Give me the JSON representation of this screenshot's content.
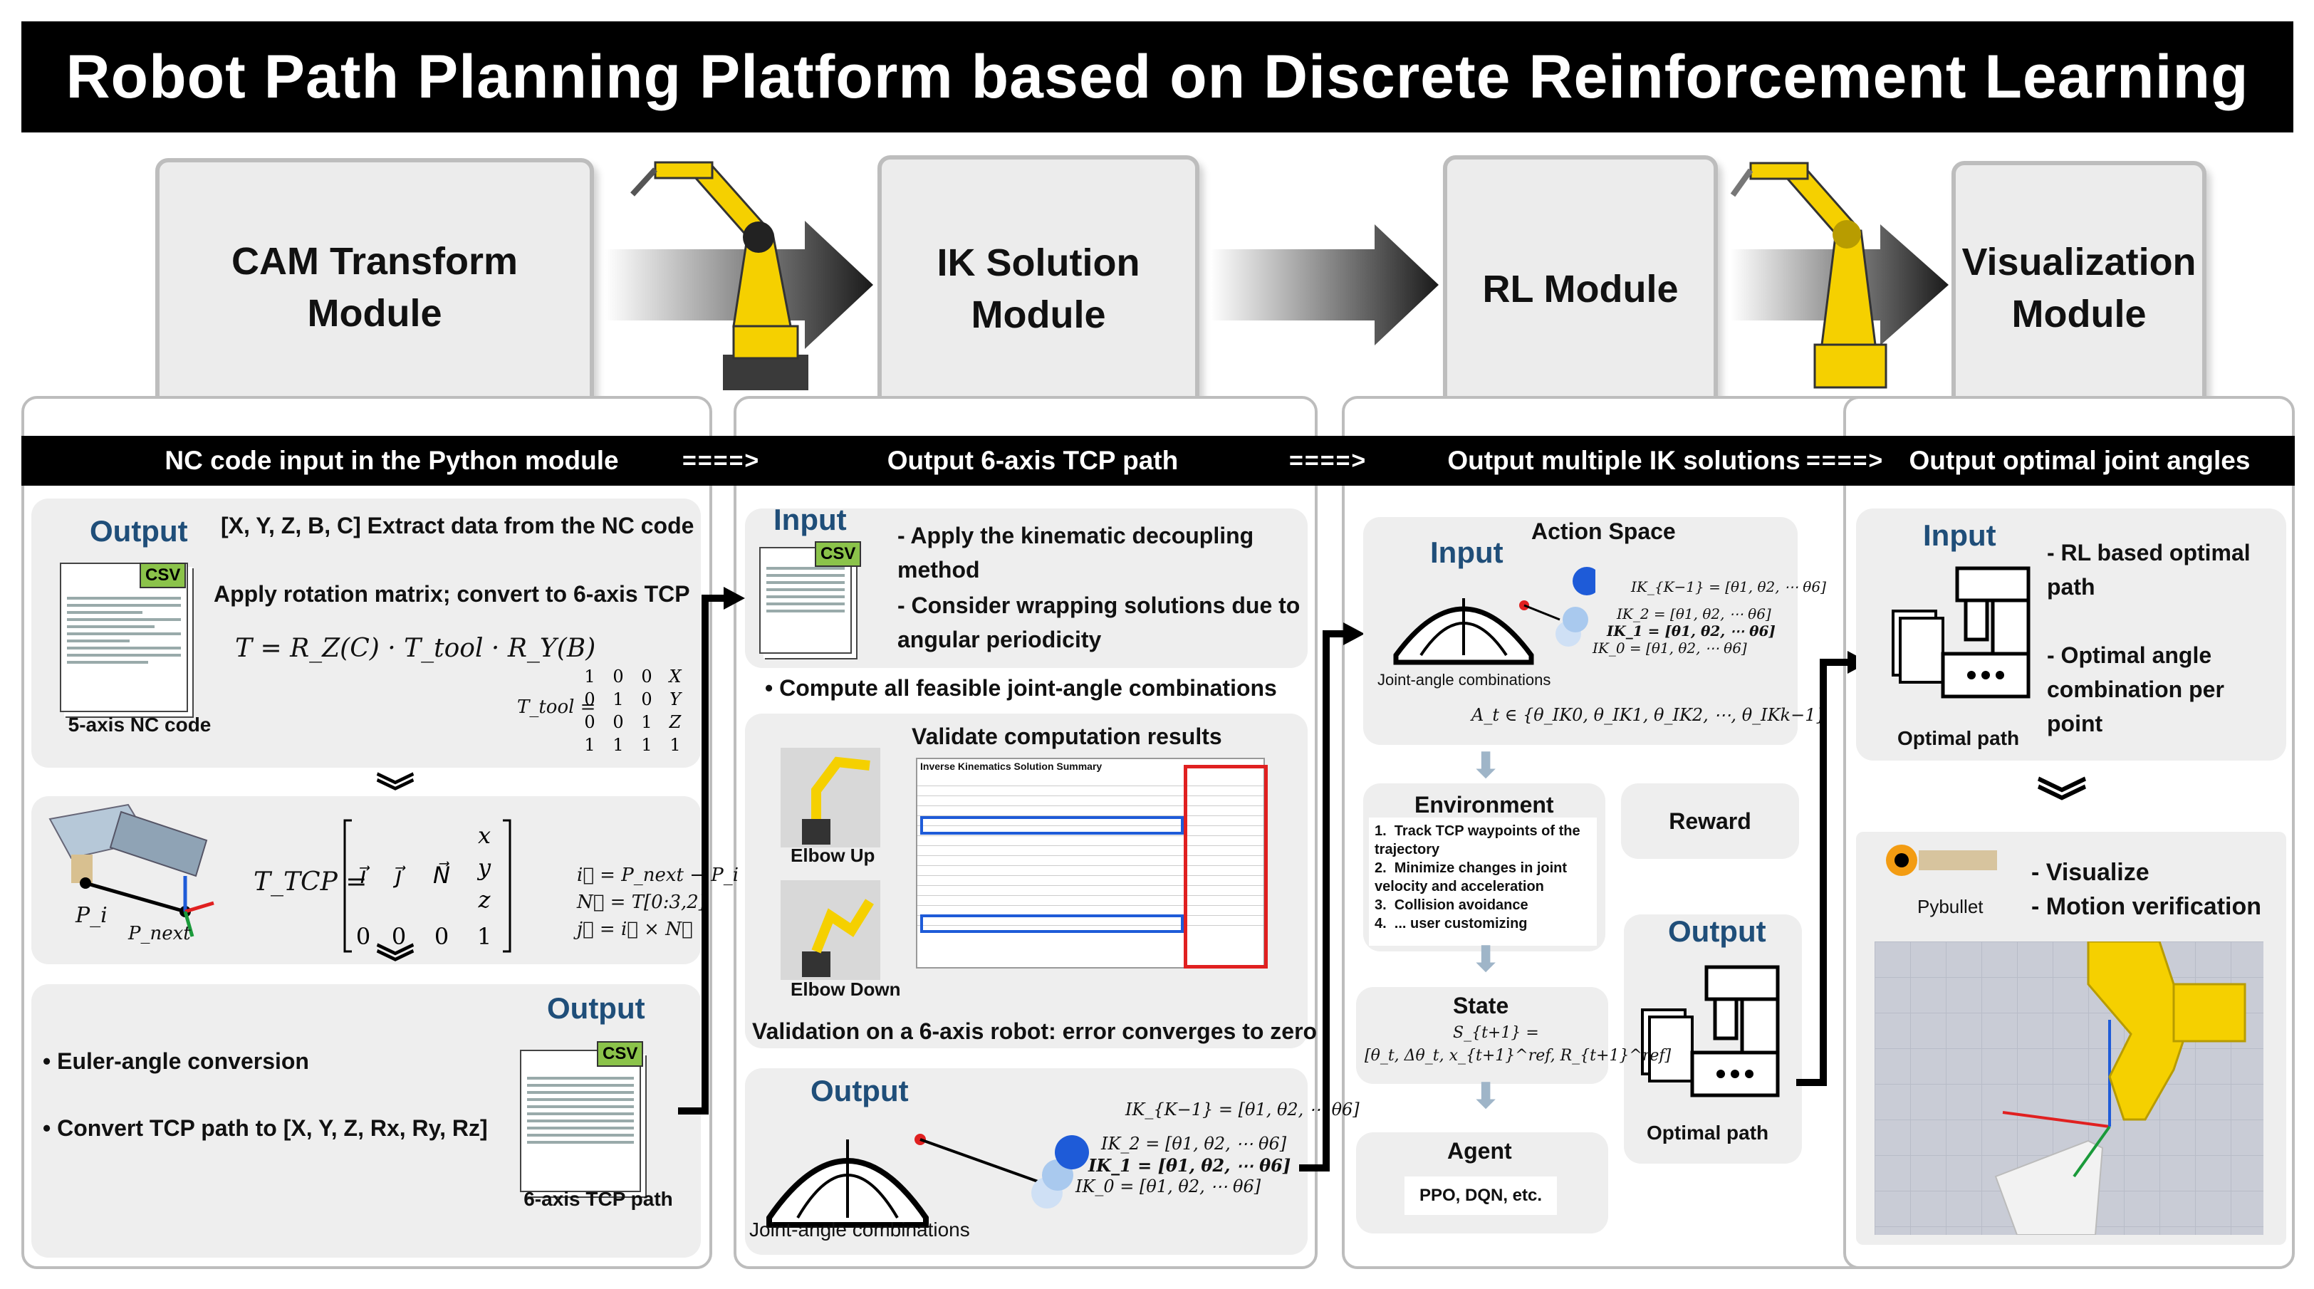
{
  "title": "Robot Path Planning Platform based on Discrete Reinforcement Learning",
  "modules": [
    {
      "label": "CAM Transform Module"
    },
    {
      "label": "IK Solution Module"
    },
    {
      "label": "RL Module"
    },
    {
      "label": "Visualization Module"
    }
  ],
  "headers": [
    "NC code input in the Python module",
    "Output 6-axis TCP path",
    "Output multiple IK solutions",
    "Output optimal joint angles"
  ],
  "flow_arrow": "====>",
  "col1": {
    "output1": "Output",
    "extract": "[X, Y, Z, B, C] Extract data from the NC code",
    "rotate": "Apply rotation matrix; convert to 6-axis TCP",
    "T_formula": "T = R_Z(C) · T_tool · R_Y(B)",
    "T_tool": "T_tool =",
    "nc_caption": "5-axis NC code",
    "csv": "CSV",
    "pi": "P_i",
    "pnext": "P_next",
    "ttcp": "T_TCP =",
    "eq_i": "i⃗ = P_next − P_i",
    "eq_n": "N⃗ = T[0:3,2]",
    "eq_j": "j⃗ = i⃗ × N⃗",
    "output2": "Output",
    "euler": "Euler-angle conversion",
    "convert": "Convert TCP path to [X, Y, Z, Rx, Ry, Rz]",
    "tcp_caption": "6-axis TCP path"
  },
  "col2": {
    "input": "Input",
    "bullet1": "- Apply the kinematic decoupling method",
    "bullet2": "- Consider wrapping solutions due to angular periodicity",
    "compute": "Compute all feasible joint-angle combinations",
    "validate_title": "Validate computation results",
    "elbow_up": "Elbow Up",
    "elbow_down": "Elbow Down",
    "table_title": "Inverse Kinematics Solution Summary",
    "validation": "Validation on a 6-axis robot: error converges to zero",
    "output": "Output",
    "joint_combos": "Joint-angle combinations",
    "ik_k1": "IK_{K−1} = [θ1, θ2, ⋯ θ6]",
    "ik_2": "IK_2 = [θ1, θ2, ⋯ θ6]",
    "ik_1": "IK_1 = [θ1, θ2, ⋯ θ6]",
    "ik_0": "IK_0 = [θ1, θ2, ⋯ θ6]"
  },
  "col3": {
    "action_space": "Action Space",
    "input": "Input",
    "joint_combos": "Joint-angle combinations",
    "action_formula": "A_t ∈ {θ_IK0, θ_IK1, θ_IK2, ⋯, θ_IKk−1}",
    "env_title": "Environment",
    "env_items": [
      "Track TCP waypoints of the trajectory",
      "Minimize changes in joint velocity and acceleration",
      "Collision avoidance",
      "... user customizing"
    ],
    "reward": "Reward",
    "output": "Output",
    "optimal_path": "Optimal path",
    "state_title": "State",
    "state_formula_1": "S_{t+1} =",
    "state_formula_2": "[θ_t, Δθ_t, x_{t+1}^ref, R_{t+1}^ref]",
    "agent_title": "Agent",
    "agent_text": "PPO, DQN, etc."
  },
  "col4": {
    "input": "Input",
    "bullet1": "- RL based optimal path",
    "bullet2": "- Optimal angle combination per point",
    "optimal_path": "Optimal path",
    "pybullet": "Pybullet",
    "visualize": "- Visualize",
    "motion": "- Motion verification"
  },
  "colors": {
    "title_bg": "#000000",
    "accent_blue": "#1f4e79",
    "robot_yellow": "#f5d000",
    "csv_green": "#8bc34a",
    "highlight_red": "#e02020",
    "highlight_blue": "#1e5bd8"
  }
}
